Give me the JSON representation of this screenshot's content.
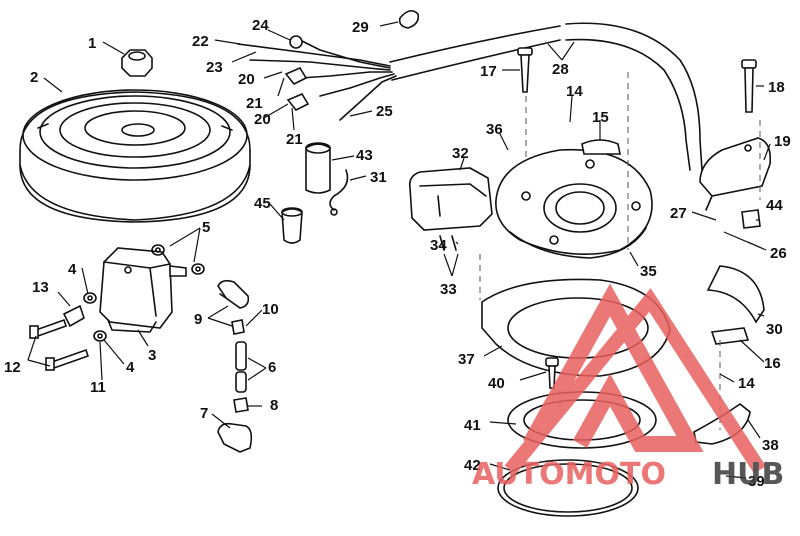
{
  "callouts": {
    "c1": "1",
    "c2": "2",
    "c3": "3",
    "c4a": "4",
    "c4b": "4",
    "c5": "5",
    "c6": "6",
    "c7": "7",
    "c8": "8",
    "c9": "9",
    "c10": "10",
    "c11": "11",
    "c12": "12",
    "c13": "13",
    "c14a": "14",
    "c14b": "14",
    "c15": "15",
    "c16": "16",
    "c17": "17",
    "c18": "18",
    "c19": "19",
    "c20a": "20",
    "c20b": "20",
    "c21a": "21",
    "c21b": "21",
    "c22": "22",
    "c23": "23",
    "c24": "24",
    "c25": "25",
    "c26": "26",
    "c27": "27",
    "c28": "28",
    "c29": "29",
    "c30": "30",
    "c31": "31",
    "c32": "32",
    "c33": "33",
    "c34": "34",
    "c35": "35",
    "c36": "36",
    "c37": "37",
    "c38": "38",
    "c39": "39",
    "c40": "40",
    "c41": "41",
    "c42": "42",
    "c43": "43",
    "c44": "44",
    "c45": "45"
  },
  "watermark": {
    "part1": "AUTOMOTO",
    "part2": "HUB",
    "color_red": "#e8605f",
    "color_dark": "#3a3a3a"
  }
}
